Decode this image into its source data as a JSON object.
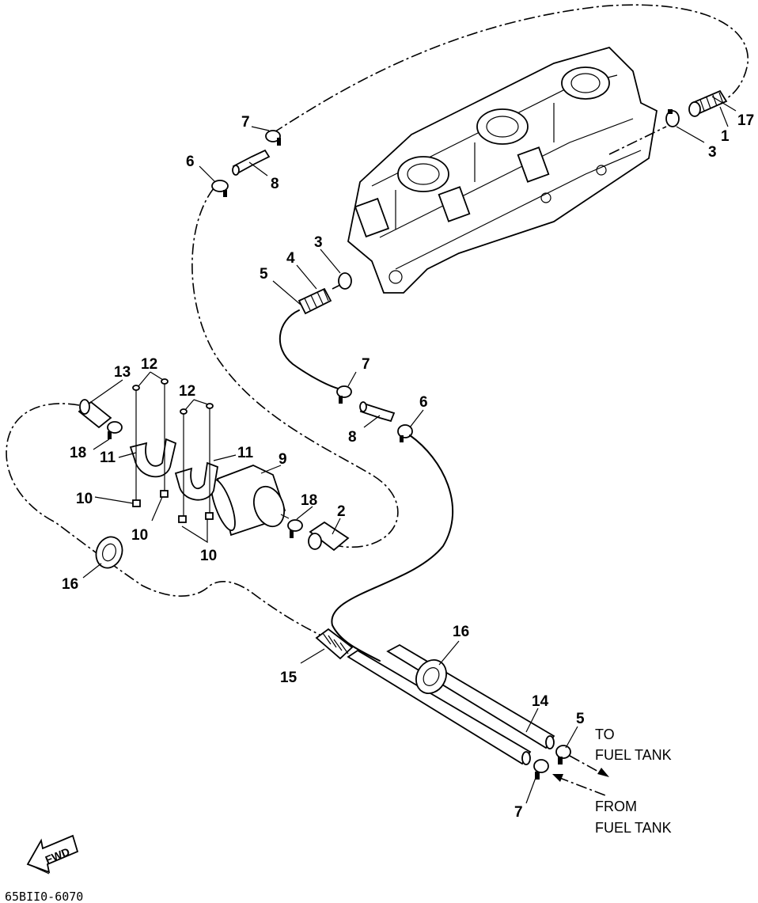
{
  "callouts": [
    {
      "id": "c1",
      "text": "1"
    },
    {
      "id": "c17",
      "text": "17"
    },
    {
      "id": "c3a",
      "text": "3"
    },
    {
      "id": "c7a",
      "text": "7"
    },
    {
      "id": "c6a",
      "text": "6"
    },
    {
      "id": "c8a",
      "text": "8"
    },
    {
      "id": "c3b",
      "text": "3"
    },
    {
      "id": "c4",
      "text": "4"
    },
    {
      "id": "c5a",
      "text": "5"
    },
    {
      "id": "c7b",
      "text": "7"
    },
    {
      "id": "c6b",
      "text": "6"
    },
    {
      "id": "c8b",
      "text": "8"
    },
    {
      "id": "c13",
      "text": "13"
    },
    {
      "id": "c12a",
      "text": "12"
    },
    {
      "id": "c12b",
      "text": "12"
    },
    {
      "id": "c18a",
      "text": "18"
    },
    {
      "id": "c11a",
      "text": "11"
    },
    {
      "id": "c11b",
      "text": "11"
    },
    {
      "id": "c9",
      "text": "9"
    },
    {
      "id": "c10a",
      "text": "10"
    },
    {
      "id": "c10b",
      "text": "10"
    },
    {
      "id": "c10c",
      "text": "10"
    },
    {
      "id": "c18b",
      "text": "18"
    },
    {
      "id": "c2",
      "text": "2"
    },
    {
      "id": "c16a",
      "text": "16"
    },
    {
      "id": "c16b",
      "text": "16"
    },
    {
      "id": "c15",
      "text": "15"
    },
    {
      "id": "c14",
      "text": "14"
    },
    {
      "id": "c5b",
      "text": "5"
    },
    {
      "id": "c7c",
      "text": "7"
    }
  ],
  "direction_labels": {
    "to_line1": "TO",
    "to_line2": "FUEL TANK",
    "from_line1": "FROM",
    "from_line2": "FUEL TANK"
  },
  "fwd_label": "FWD",
  "diagram_code": "65BII0-6070"
}
